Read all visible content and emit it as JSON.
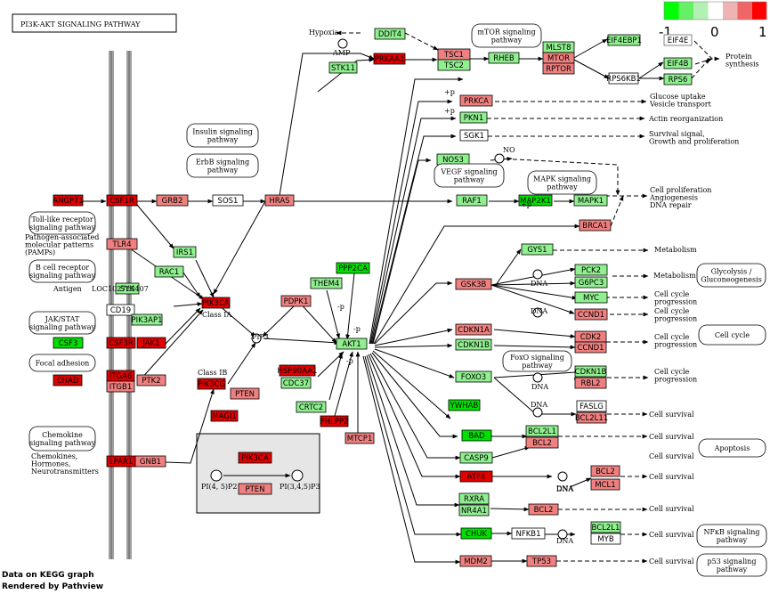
{
  "title": "PI3K-AKT SIGNALING PATHWAY",
  "footer": {
    "line1": "Data on KEGG graph",
    "line2": "Rendered by Pathview"
  },
  "legend": {
    "ticks": [
      "-1",
      "0",
      "1"
    ],
    "colors": [
      "#00ff00",
      "#66f066",
      "#b3f0b3",
      "#ffffff",
      "#f0b3b3",
      "#f06666",
      "#ff0000"
    ]
  },
  "colors": {
    "green_hi": "#00e000",
    "green_mid": "#80f080",
    "red_hi": "#e00000",
    "red_mid": "#f08080",
    "white": "#ffffff"
  },
  "genes": [
    {
      "t": "ANGPT1",
      "c": "r3"
    },
    {
      "t": "CSF1R",
      "c": "r3"
    },
    {
      "t": "GRB2",
      "c": "r2"
    },
    {
      "t": "SOS1",
      "c": "w"
    },
    {
      "t": "HRAS",
      "c": "r2"
    },
    {
      "t": "TLR4",
      "c": "r2"
    },
    {
      "t": "IRS1",
      "c": "g2"
    },
    {
      "t": "RAC1",
      "c": "g2"
    },
    {
      "t": "CD19",
      "c": "w"
    },
    {
      "t": "SYK",
      "c": "g2"
    },
    {
      "t": "PIK3AP1",
      "c": "g2"
    },
    {
      "t": "PIK3CA",
      "c": "r3"
    },
    {
      "t": "CSF3",
      "c": "g3"
    },
    {
      "t": "CSF3R",
      "c": "r3"
    },
    {
      "t": "JAK1",
      "c": "r3"
    },
    {
      "t": "ITGA6",
      "c": "r3"
    },
    {
      "t": "ITGB1",
      "c": "r2"
    },
    {
      "t": "PTK2",
      "c": "r2"
    },
    {
      "t": "CHAD",
      "c": "r3"
    },
    {
      "t": "PIK3CG",
      "c": "r3"
    },
    {
      "t": "PTEN",
      "c": "r2"
    },
    {
      "t": "MAGI1",
      "c": "r3"
    },
    {
      "t": "LPAR1",
      "c": "r3"
    },
    {
      "t": "GNB1",
      "c": "r2"
    },
    {
      "t": "PDPK1",
      "c": "r2"
    },
    {
      "t": "THEM4",
      "c": "g2"
    },
    {
      "t": "PPP2CA",
      "c": "g3"
    },
    {
      "t": "AKT1",
      "c": "g2"
    },
    {
      "t": "HSP90AA1",
      "c": "r3"
    },
    {
      "t": "CDC37",
      "c": "g2"
    },
    {
      "t": "CRTC2",
      "c": "g2"
    },
    {
      "t": "PHLPP2",
      "c": "r3"
    },
    {
      "t": "MTCP1",
      "c": "r2"
    },
    {
      "t": "DDIT4",
      "c": "g2"
    },
    {
      "t": "STK11",
      "c": "g2"
    },
    {
      "t": "PRKAA1",
      "c": "r3"
    },
    {
      "t": "TSC1",
      "c": "r2"
    },
    {
      "t": "TSC2",
      "c": "g2"
    },
    {
      "t": "RHEB",
      "c": "g2"
    },
    {
      "t": "MLST8",
      "c": "g2"
    },
    {
      "t": "MTOR",
      "c": "r2"
    },
    {
      "t": "RPTOR",
      "c": "r2"
    },
    {
      "t": "EIF4EBP1",
      "c": "g2"
    },
    {
      "t": "EIF4E",
      "c": "w"
    },
    {
      "t": "EIF4B",
      "c": "g2"
    },
    {
      "t": "RPS6KB1",
      "c": "w"
    },
    {
      "t": "RPS6",
      "c": "g2"
    },
    {
      "t": "PRKCA",
      "c": "r2"
    },
    {
      "t": "PKN1",
      "c": "g2"
    },
    {
      "t": "SGK1",
      "c": "w"
    },
    {
      "t": "NOS3",
      "c": "g2"
    },
    {
      "t": "RAF1",
      "c": "g2"
    },
    {
      "t": "MAP2K1",
      "c": "g3"
    },
    {
      "t": "MAPK1",
      "c": "g2"
    },
    {
      "t": "BRCA1",
      "c": "r2"
    },
    {
      "t": "GYS1",
      "c": "g2"
    },
    {
      "t": "GSK3B",
      "c": "r2"
    },
    {
      "t": "PCK2",
      "c": "g2"
    },
    {
      "t": "G6PC3",
      "c": "g2"
    },
    {
      "t": "MYC",
      "c": "g2"
    },
    {
      "t": "CCND1",
      "c": "r2"
    },
    {
      "t": "CDKN1A",
      "c": "r2"
    },
    {
      "t": "CDKN1B",
      "c": "g2"
    },
    {
      "t": "CDK2",
      "c": "r2"
    },
    {
      "t": "CCND1",
      "c": "r2"
    },
    {
      "t": "FOXO3",
      "c": "g2"
    },
    {
      "t": "CDKN1B",
      "c": "g2"
    },
    {
      "t": "RBL2",
      "c": "r2"
    },
    {
      "t": "FASLG",
      "c": "w"
    },
    {
      "t": "BCL2L11",
      "c": "r2"
    },
    {
      "t": "YWHAB",
      "c": "g3"
    },
    {
      "t": "BAD",
      "c": "g3"
    },
    {
      "t": "BCL2L1",
      "c": "g2"
    },
    {
      "t": "BCL2",
      "c": "r2"
    },
    {
      "t": "CASP9",
      "c": "g2"
    },
    {
      "t": "ATF4",
      "c": "r3"
    },
    {
      "t": "BCL2",
      "c": "r2"
    },
    {
      "t": "MCL1",
      "c": "r2"
    },
    {
      "t": "RXRA",
      "c": "g2"
    },
    {
      "t": "NR4A1",
      "c": "g2"
    },
    {
      "t": "BCL2",
      "c": "r2"
    },
    {
      "t": "CHUK",
      "c": "g3"
    },
    {
      "t": "NFKB1",
      "c": "w"
    },
    {
      "t": "BCL2L1",
      "c": "g2"
    },
    {
      "t": "MYB",
      "c": "w"
    },
    {
      "t": "MDM2",
      "c": "r2"
    },
    {
      "t": "TP53",
      "c": "r2"
    },
    {
      "t": "PIK3CA",
      "c": "r3"
    },
    {
      "t": "PTEN",
      "c": "r2"
    }
  ],
  "pathways": [
    "mTOR signaling\npathway",
    "Insulin signaling\npathway",
    "ErbB signaling\npathway",
    "VEGF signaling\npathway",
    "MAPK signaling\npathway",
    "Toll-like receptor\nsignaling pathway",
    "B cell receptor\nsignaling pathway",
    "JAK/STAT\nsignaling pathway",
    "Focal adhesion",
    "Chemokine\nsignaling pathway",
    "FoxO signaling\npathway",
    "Glycolysis /\nGluconeogenesis",
    "Cell cycle",
    "Apoptosis",
    "NFκB signaling\npathway",
    "p53 signaling\npathway"
  ],
  "labels": [
    "Hypoxia",
    "AMP",
    "Protein\nsynthesis",
    "Glucose uptake\nVesicle transport",
    "Actin reorganization",
    "Survival signal,\nGrowth and proliferation",
    "NO",
    "Cell proliferation\nAngiogenesis\nDNA repair",
    "Metabolism",
    "Metabolism",
    "Cell cycle\nprogression",
    "Cell cycle\nprogression",
    "Cell cycle\nprogression",
    "Cell cycle\nprogression",
    "Cell survival",
    "Cell survival",
    "Cell survival",
    "Cell survival",
    "Cell survival",
    "Cell survival",
    "Cell survival",
    "Pathogen-associated\nmolecular patterns\n(PAMPs)",
    "Antigen",
    "Class IA",
    "Class IB",
    "Chemokines,\nHormones,\nNeurotransmitters",
    "PIP3",
    "PI(4, 5)P2",
    "PI(3,4,5)P3",
    "DNA",
    "DNA",
    "DNA",
    "DNA",
    "DNA",
    "DNA",
    "DNA",
    "+p",
    "-p",
    "+p",
    "-p",
    "+p",
    "-p",
    "LOC102723407"
  ]
}
